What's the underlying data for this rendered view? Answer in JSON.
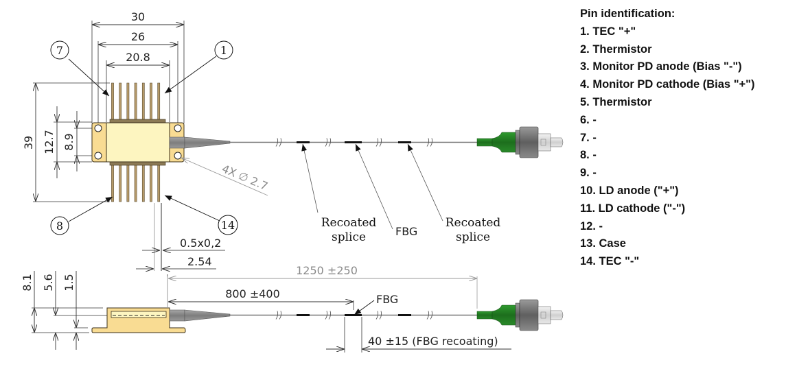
{
  "pin_identification": {
    "title": "Pin identification:",
    "pins": [
      "1. TEC \"+\"",
      "2. Thermistor",
      "3. Monitor PD anode (Bias \"-\")",
      "4. Monitor PD cathode (Bias \"+\")",
      "5. Thermistor",
      "6. -",
      "7. -",
      "8. -",
      "9. -",
      "10. LD anode (\"+\")",
      "11. LD cathode (\"-\")",
      "12. -",
      "13. Case",
      "14. TEC \"-\""
    ]
  },
  "top_view": {
    "dimensions": {
      "width_overall": "30",
      "width_holes": "26",
      "width_pins": "20.8",
      "height_overall": "39",
      "height_body": "12.7",
      "height_holes": "8.9",
      "holes": "4X ∅ 2.7",
      "pin_size": "0.5x0,2",
      "pin_pitch": "2.54"
    },
    "pin_callouts": [
      "7",
      "1",
      "8",
      "14"
    ],
    "fiber_labels": {
      "recoated_splice_1": [
        "Recoated",
        "splice"
      ],
      "fbg": "FBG",
      "recoated_splice_2": [
        "Recoated",
        "splice"
      ]
    }
  },
  "side_view": {
    "dimensions": {
      "height_overall": "8.1",
      "height_fiber": "5.6",
      "flange": "1.5",
      "fiber_length": "1250 ±250",
      "fbg_position": "800 ±400",
      "fbg_recoating": "40 ±15 (FBG recoating)"
    },
    "fbg_label": "FBG"
  },
  "colors": {
    "package_body": "#fdf5c0",
    "package_flange": "#f9dc93",
    "pins": "#b59a6a",
    "boot": "#8c8c8c",
    "connector_green": "#1f7a1f",
    "connector_gray": "#7a7a7a"
  }
}
